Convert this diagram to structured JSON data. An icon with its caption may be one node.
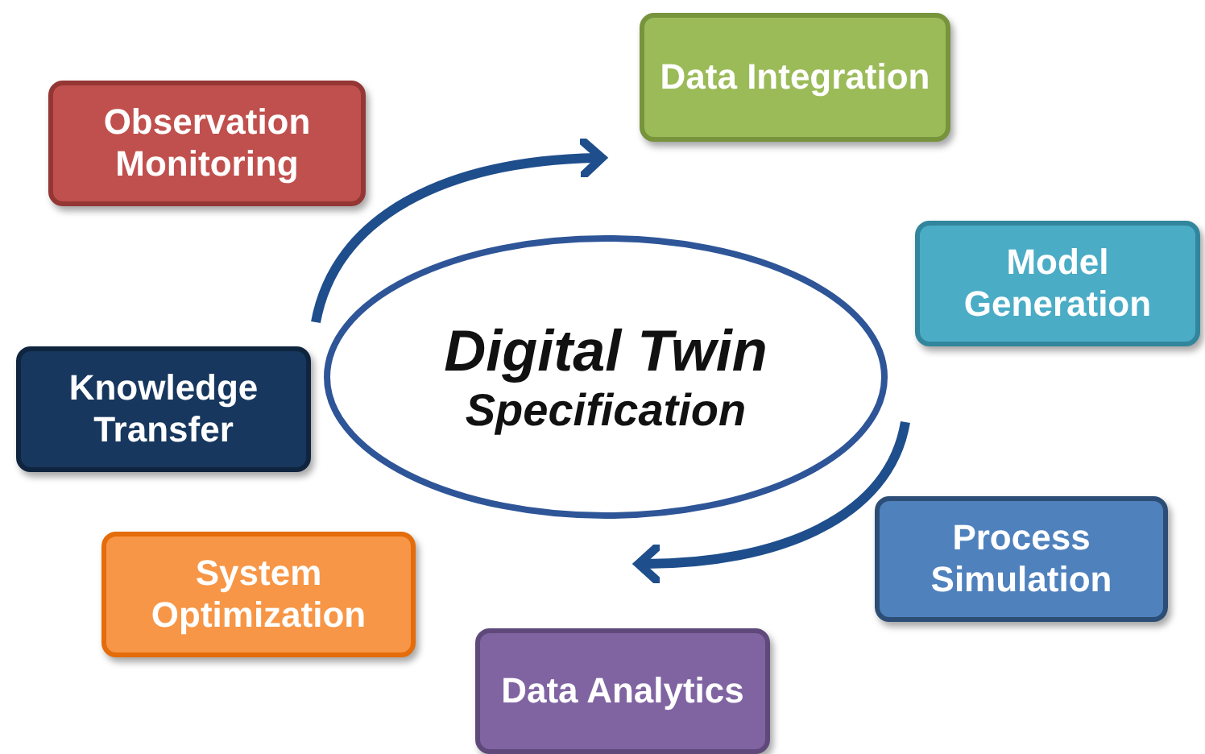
{
  "diagram": {
    "nodes": [
      {
        "text": [
          "Data Integration"
        ]
      },
      {
        "text": [
          "Observation Monitoring"
        ]
      },
      {
        "text": [
          "Digital Twin",
          "Specification"
        ]
      },
      {
        "text": [
          "Model Generation"
        ]
      },
      {
        "text": [
          "Knowledge Transfer"
        ]
      },
      {
        "text": [
          "Process Simulation"
        ]
      },
      {
        "text": [
          "System Optimization"
        ]
      },
      {
        "text": [
          "Data Analytics"
        ]
      }
    ]
  }
}
